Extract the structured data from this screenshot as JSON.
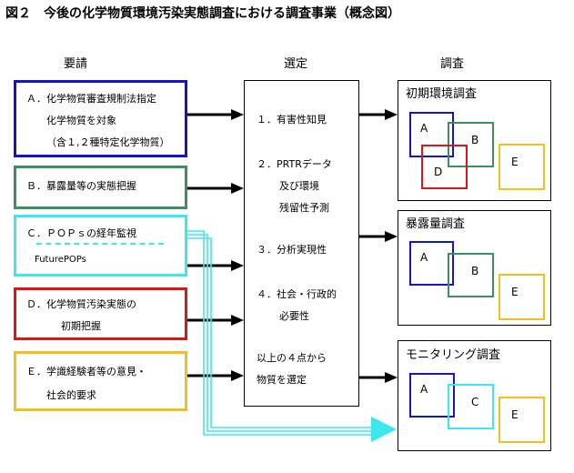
{
  "title": "図２　今後の化学物質環境汚染実態調査における調査事業（概念図）",
  "headers": {
    "request": "要請",
    "selection": "選定",
    "survey": "調査"
  },
  "colors": {
    "blue": "#1414c8",
    "green": "#3c9060",
    "cyan": "#3ce8f0",
    "red": "#e01414",
    "orange": "#f0c020",
    "black": "#000000"
  },
  "requests": [
    {
      "lines": [
        "Ａ．化学物質審査規制法指定",
        "化学物質を対象",
        "（含１,２種特定化学物質）"
      ],
      "color": "blue"
    },
    {
      "lines": [
        "Ｂ．暴露量等の実態把握"
      ],
      "color": "green"
    },
    {
      "lines": [
        "Ｃ．ＰＯＰｓの経年監視",
        "FuturePOPs"
      ],
      "color": "cyan"
    },
    {
      "lines": [
        "Ｄ．化学物質汚染実態の",
        "初期把握"
      ],
      "color": "red"
    },
    {
      "lines": [
        "Ｅ．学識経験者等の意見・",
        "社会的要求"
      ],
      "color": "orange"
    }
  ],
  "criteria": [
    {
      "lines": [
        "１．有害性知見"
      ]
    },
    {
      "lines": [
        "２．PRTRデータ",
        "及び環境",
        "残留性予測"
      ]
    },
    {
      "lines": [
        "３．分析実現性"
      ]
    },
    {
      "lines": [
        "４．社会・行政的",
        "必要性"
      ]
    },
    {
      "lines": [
        "以上の４点から",
        "物質を選定"
      ]
    }
  ],
  "surveys": [
    {
      "title": "初期環境調査",
      "items": [
        "A",
        "B",
        "D",
        "E"
      ]
    },
    {
      "title": "暴露量調査",
      "items": [
        "A",
        "B",
        "E"
      ]
    },
    {
      "title": "モニタリング調査",
      "items": [
        "A",
        "C",
        "E"
      ]
    }
  ]
}
